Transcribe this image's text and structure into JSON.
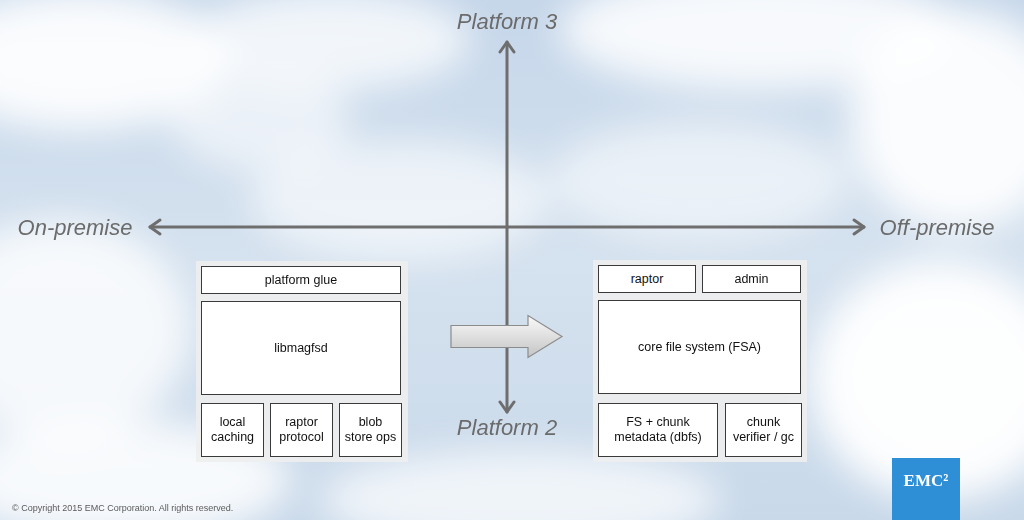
{
  "diagram": {
    "nodes": [
      {
        "text": [
          "platform glue"
        ]
      },
      {
        "text": [
          "libmagfsd"
        ]
      },
      {
        "text": [
          "local caching"
        ]
      },
      {
        "text": [
          "raptor protocol"
        ]
      },
      {
        "text": [
          "blob store ops"
        ]
      },
      {
        "text": [
          "raptor"
        ]
      },
      {
        "text": [
          "admin"
        ]
      },
      {
        "text": [
          "core file system (FSA)"
        ]
      },
      {
        "text": [
          "FS + chunk metadata (dbfs)"
        ]
      },
      {
        "text": [
          "chunk verifier / gc"
        ]
      }
    ],
    "edges": [
      {
        "from": 1,
        "to": 7,
        "arrow": "to"
      }
    ],
    "labels": [
      "Platform 3",
      "On-premise",
      "Off-premise",
      "Platform 2",
      "© Copyright 2015 EMC Corporation. All rights reserved.",
      "EMC²"
    ]
  }
}
